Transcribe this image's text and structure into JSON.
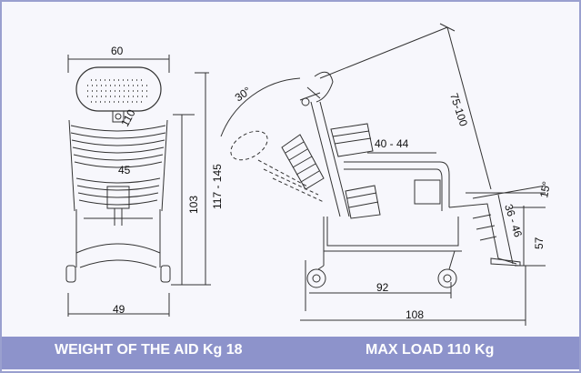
{
  "dimensions": {
    "front_width": "60",
    "head_angle": "110",
    "back_angle": "45",
    "seat_height": "103",
    "total_height": "117 - 145",
    "base_width": "49",
    "tilt_angle": "30°",
    "overall_length_top": "75-100",
    "seat_depth": "40 - 44",
    "leg_angle": "15°",
    "leg_length": "36 - 46",
    "foot_height": "57",
    "wheelbase": "92",
    "total_length": "108"
  },
  "footer": {
    "weight": "WEIGHT OF THE AID Kg 18",
    "max_load": "MAX LOAD 110 Kg"
  },
  "colors": {
    "border": "#9aa0cf",
    "footer_bg": "#8d93cb",
    "footer_text": "#ffffff",
    "line": "#333333"
  }
}
